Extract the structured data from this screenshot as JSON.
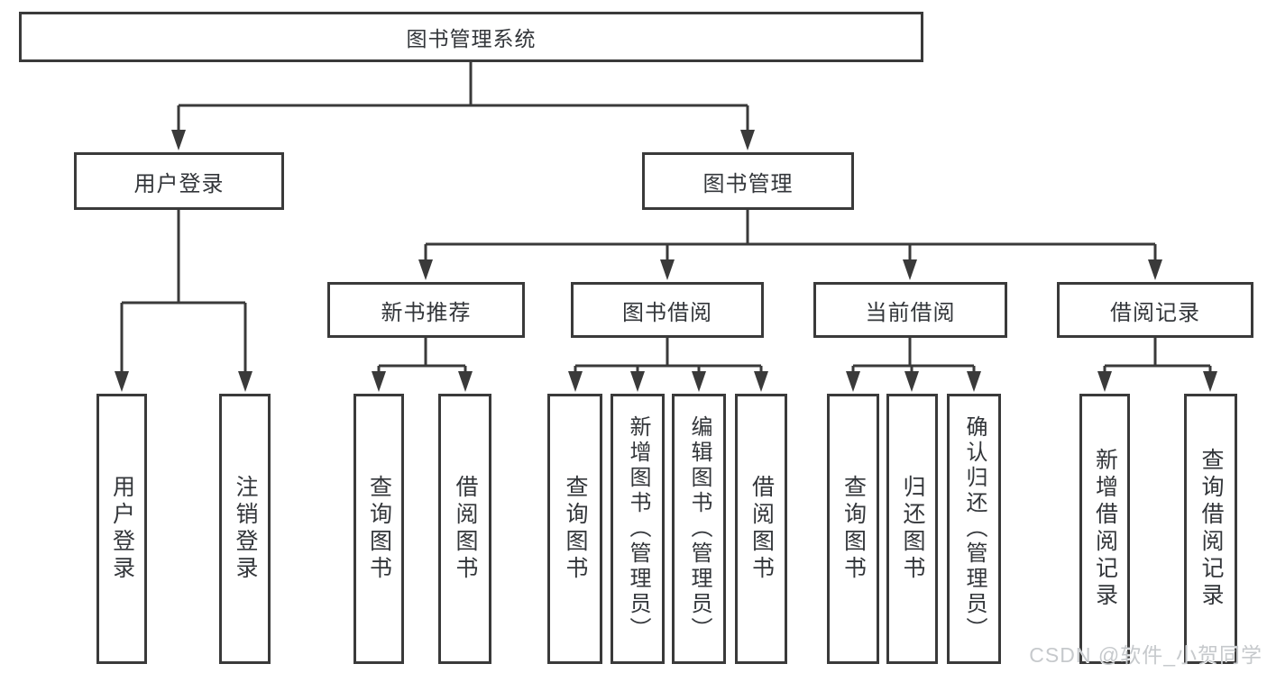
{
  "tree": {
    "root": {
      "label": "图书管理系统"
    },
    "level2": [
      {
        "label": "用户登录",
        "children_labels": [
          "用户登录",
          "注销登录"
        ]
      },
      {
        "label": "图书管理"
      }
    ],
    "level3": [
      {
        "label": "新书推荐",
        "children_labels": [
          "查询图书",
          "借阅图书"
        ]
      },
      {
        "label": "图书借阅",
        "children_labels": [
          "查询图书",
          "新增图书（管理员）",
          "编辑图书（管理员）",
          "借阅图书"
        ]
      },
      {
        "label": "当前借阅",
        "children_labels": [
          "查询图书",
          "归还图书",
          "确认归还（管理员）"
        ]
      },
      {
        "label": "借阅记录",
        "children_labels": [
          "新增借阅记录",
          "查询借阅记录"
        ]
      }
    ]
  },
  "watermark": "CSDN @软件_小贺同学",
  "colors": {
    "line": "#3a3a3a",
    "text": "#33363a",
    "background": "#ffffff",
    "watermark": "#c6c9cc"
  }
}
